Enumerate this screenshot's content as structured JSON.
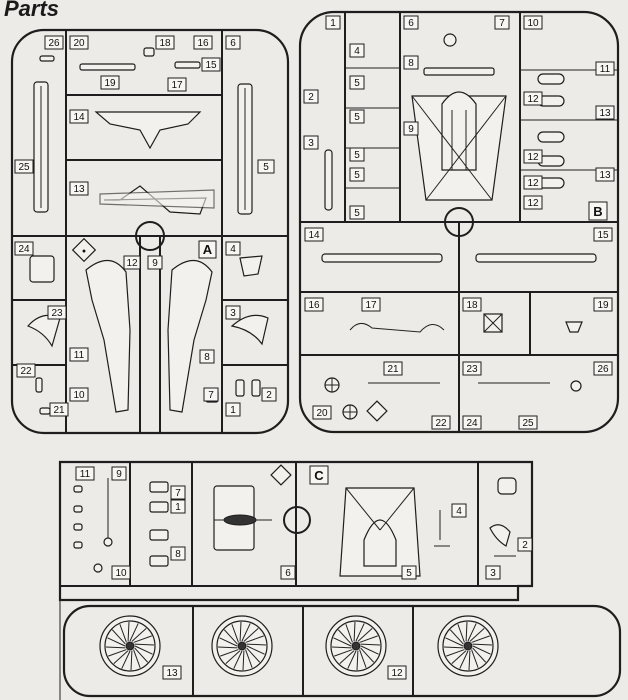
{
  "title": "Parts",
  "sprues": {
    "A": {
      "letter": "A",
      "part_numbers": [
        "26",
        "20",
        "18",
        "16",
        "6",
        "19",
        "17",
        "15",
        "14",
        "25",
        "13",
        "5",
        "24",
        "12",
        "9",
        "4",
        "23",
        "3",
        "11",
        "8",
        "22",
        "10",
        "7",
        "2",
        "21",
        "1"
      ]
    },
    "B": {
      "letter": "B",
      "part_numbers": [
        "1",
        "4",
        "6",
        "7",
        "10",
        "8",
        "11",
        "2",
        "3",
        "12",
        "13",
        "12",
        "5",
        "5",
        "5",
        "5",
        "5",
        "9",
        "12",
        "13",
        "12",
        "14",
        "15",
        "16",
        "17",
        "18",
        "19",
        "21",
        "23",
        "26",
        "20",
        "22",
        "24",
        "25"
      ]
    },
    "C": {
      "letter": "C",
      "part_numbers": [
        "11",
        "9",
        "7",
        "1",
        "8",
        "10",
        "6",
        "5",
        "4",
        "2",
        "3",
        "13",
        "12"
      ]
    }
  }
}
